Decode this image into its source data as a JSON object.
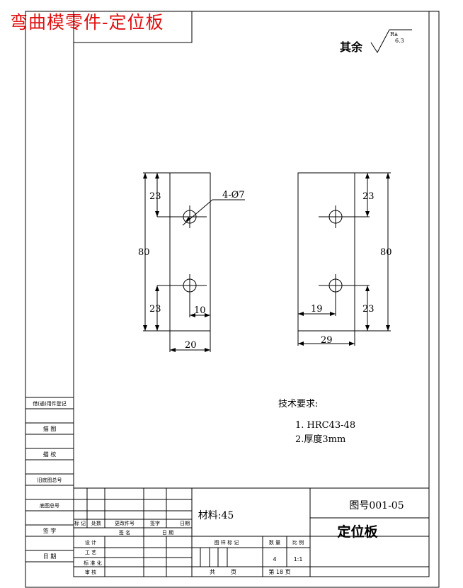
{
  "title": "弯曲模零件-定位板",
  "roughness": {
    "prefix": "其余",
    "symbol": "Ra",
    "value": "6.3"
  },
  "views": {
    "left": {
      "dim_top": "23",
      "dim_total": "80",
      "dim_bottom": "23",
      "dim_hole_offset": "10",
      "dim_width": "20",
      "hole_note": "4-Ø7"
    },
    "right": {
      "dim_top": "23",
      "dim_total": "80",
      "dim_bottom": "23",
      "dim_hole_offset": "19",
      "dim_width": "29"
    }
  },
  "requirements": {
    "heading": "技术要求:",
    "items": [
      "1. HRC43-48",
      "2.厚度3mm"
    ]
  },
  "left_strip": [
    "借(通)用件登记",
    "描 图",
    "描 校",
    "旧底图总号",
    "底图总号",
    "签 字",
    "日 期"
  ],
  "title_block": {
    "drawing_no": "图号001-05",
    "part_name": "定位板",
    "material": "材料:45",
    "rev_headers": [
      "标 记",
      "处数",
      "更改件号",
      "签字",
      "日期"
    ],
    "sign_headers": [
      "签 名",
      "日 期"
    ],
    "roles": [
      "设 计",
      "工 艺",
      "标 准 化",
      "审 核"
    ],
    "stage_header": "图 样 标 记",
    "qty_header": "数 量",
    "scale_header": "比 例",
    "qty": "4",
    "scale": "1:1",
    "total_label": "共",
    "page_unit": "页",
    "sheet_label": "第 18 页"
  }
}
